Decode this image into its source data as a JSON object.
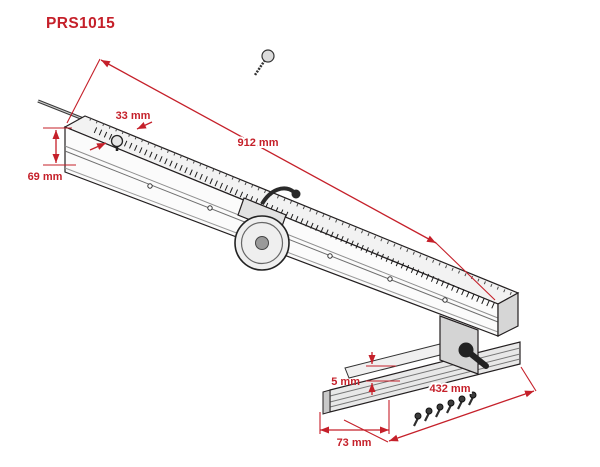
{
  "title": "PRS1015",
  "colors": {
    "accent": "#c5202a",
    "ink": "#231f20"
  },
  "dims": {
    "rail_length": "912 mm",
    "rail_top_width": "33 mm",
    "rail_end_height": "69 mm",
    "plate_thickness": "5 mm",
    "base_length": "432 mm",
    "base_width": "73 mm"
  }
}
